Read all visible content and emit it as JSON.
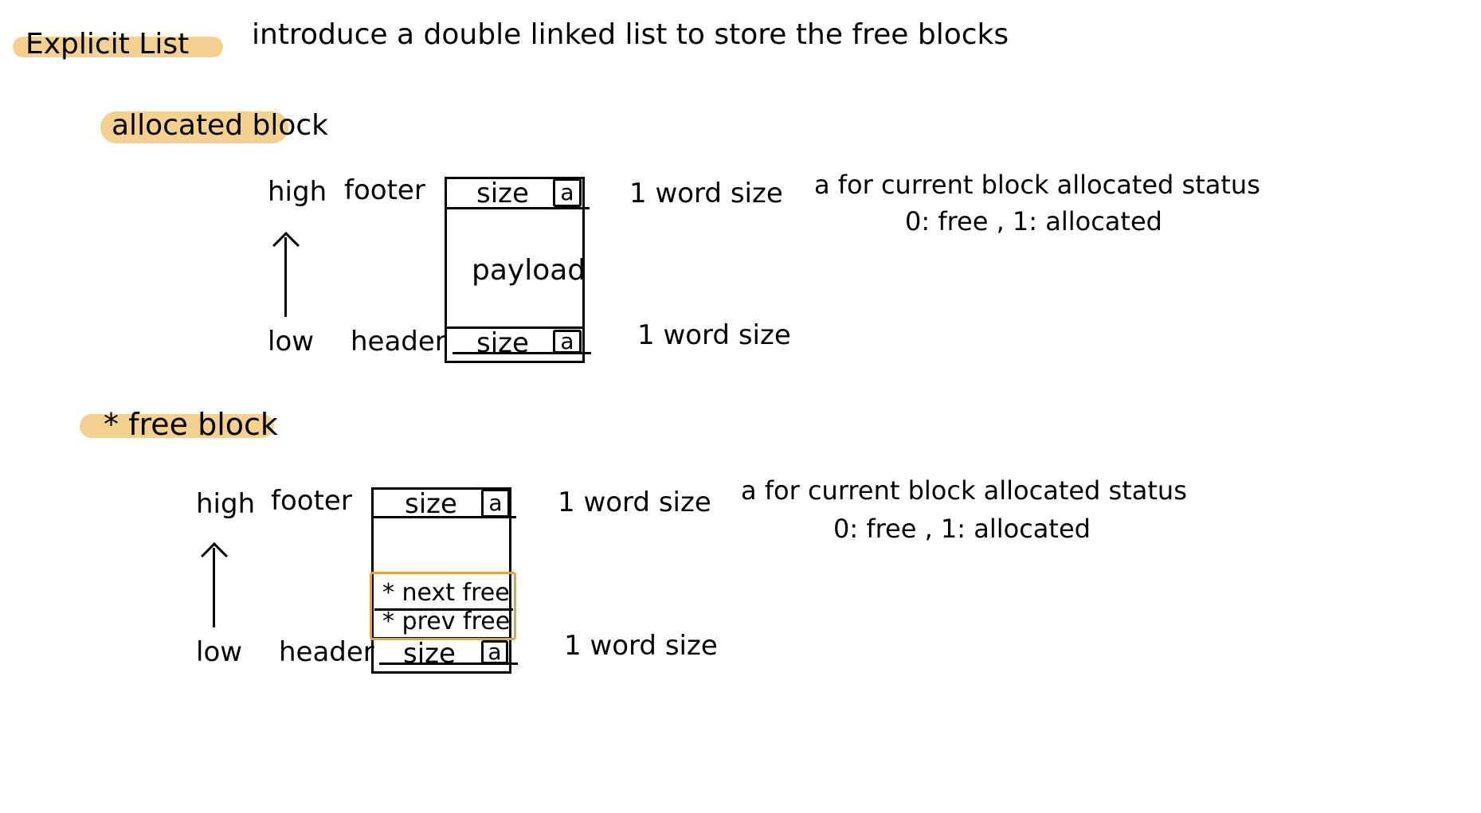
{
  "title": {
    "label": "Explicit List",
    "description": "introduce a double linked list to store the free blocks"
  },
  "colors": {
    "highlight": "#f3c97e",
    "free_pointer_box": "#e3a243",
    "ink": "#000000"
  },
  "allocated_section": {
    "heading": "allocated block",
    "high_label": "high",
    "low_label": "low",
    "footer_label": "footer",
    "header_label": "header",
    "footer_size": "size",
    "footer_flag": "a",
    "payload": "payload",
    "header_size": "size",
    "header_flag": "a",
    "footer_word": "1 word size",
    "header_word": "1 word size",
    "note_line1": "a for current block allocated status",
    "note_line2": "0: free , 1: allocated"
  },
  "free_section": {
    "heading": "* free block",
    "high_label": "high",
    "low_label": "low",
    "footer_label": "footer",
    "header_label": "header",
    "footer_size": "size",
    "footer_flag": "a",
    "next_free": "* next free",
    "prev_free": "* prev free",
    "header_size": "size",
    "header_flag": "a",
    "footer_word": "1 word size",
    "header_word": "1 word size",
    "note_line1": "a for current block allocated status",
    "note_line2": "0: free , 1: allocated"
  }
}
